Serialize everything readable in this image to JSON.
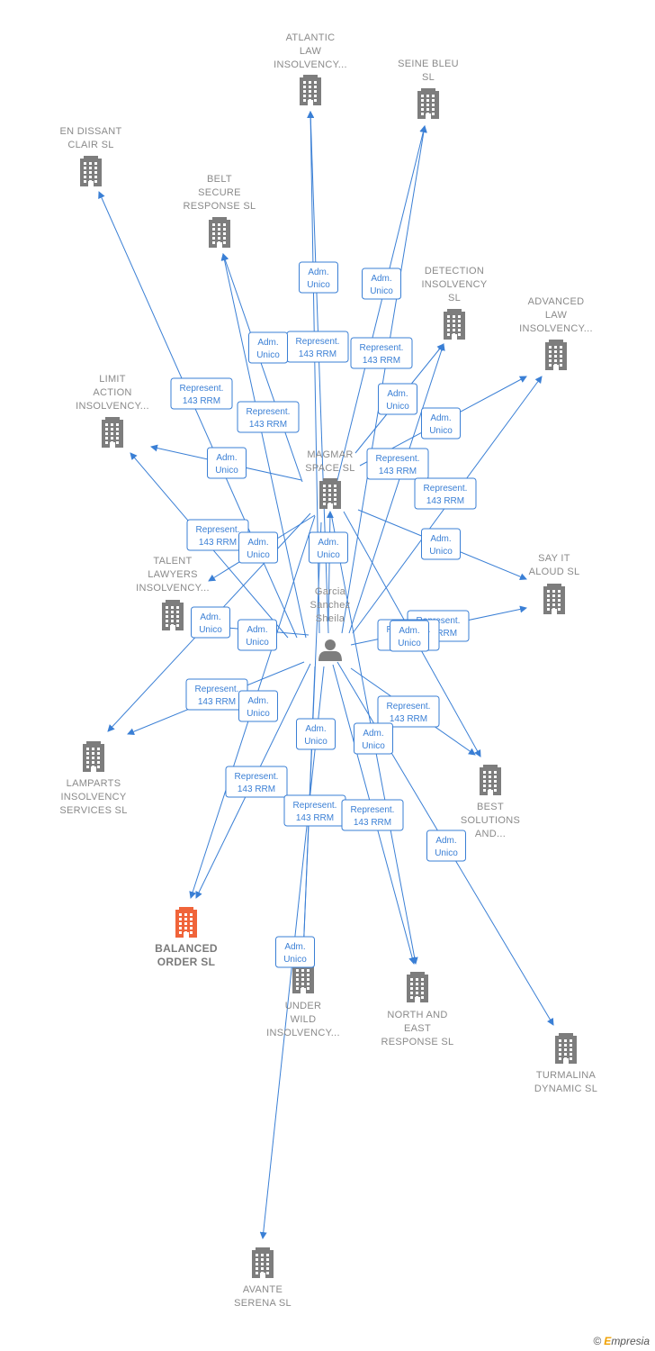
{
  "colors": {
    "edge": "#3a7fd5",
    "building": "#7d7d7d",
    "highlight": "#f0643a",
    "person": "#7d7d7d"
  },
  "center": {
    "name_lines": [
      "Garcia",
      "Sanchez",
      "Sheila"
    ],
    "icon": "person-icon"
  },
  "companies": [
    {
      "id": "atlantic",
      "lines": [
        "ATLANTIC",
        "LAW",
        "INSOLVENCY..."
      ]
    },
    {
      "id": "seine",
      "lines": [
        "SEINE BLEU",
        "SL"
      ]
    },
    {
      "id": "endissant",
      "lines": [
        "EN DISSANT",
        "CLAIR  SL"
      ]
    },
    {
      "id": "belt",
      "lines": [
        "BELT",
        "SECURE",
        "RESPONSE  SL"
      ]
    },
    {
      "id": "detection",
      "lines": [
        "DETECTION",
        "INSOLVENCY",
        "SL"
      ]
    },
    {
      "id": "advanced",
      "lines": [
        "ADVANCED",
        "LAW",
        "INSOLVENCY..."
      ]
    },
    {
      "id": "limit",
      "lines": [
        "LIMIT",
        "ACTION",
        "INSOLVENCY..."
      ]
    },
    {
      "id": "magmar",
      "lines": [
        "MAGMAR",
        "SPACE  SL"
      ]
    },
    {
      "id": "sayit",
      "lines": [
        "SAY IT",
        "ALOUD  SL"
      ]
    },
    {
      "id": "talent",
      "lines": [
        "TALENT",
        "LAWYERS",
        "INSOLVENCY..."
      ]
    },
    {
      "id": "lamparts",
      "lines": [
        "LAMPARTS",
        "INSOLVENCY",
        "SERVICES  SL"
      ]
    },
    {
      "id": "best",
      "lines": [
        "BEST",
        "SOLUTIONS",
        "AND..."
      ]
    },
    {
      "id": "balanced",
      "lines": [
        "BALANCED",
        "ORDER  SL"
      ],
      "highlight": true
    },
    {
      "id": "underwild",
      "lines": [
        "UNDER",
        "WILD",
        "INSOLVENCY..."
      ]
    },
    {
      "id": "northeast",
      "lines": [
        "NORTH AND",
        "EAST",
        "RESPONSE  SL"
      ]
    },
    {
      "id": "turmalina",
      "lines": [
        "TURMALINA",
        "DYNAMIC  SL"
      ]
    },
    {
      "id": "avante",
      "lines": [
        "AVANTE",
        "SERENA  SL"
      ]
    }
  ],
  "edge_labels": [
    [
      "Adm.",
      "Unico"
    ],
    [
      "Adm.",
      "Unico"
    ],
    [
      "Represent.",
      "143 RRM"
    ],
    [
      "Adm.",
      "Unico"
    ],
    [
      "Represent.",
      "143 RRM"
    ],
    [
      "Represent.",
      "143 RRM"
    ],
    [
      "Adm.",
      "Unico"
    ],
    [
      "Represent.",
      "143 RRM"
    ],
    [
      "Adm.",
      "Unico"
    ],
    [
      "Adm.",
      "Unico"
    ],
    [
      "Represent.",
      "143 RRM"
    ],
    [
      "Represent.",
      "143 RRM"
    ],
    [
      "Represent.",
      "143 RRM"
    ],
    [
      "Adm.",
      "Unico"
    ],
    [
      "Adm.",
      "Unico"
    ],
    [
      "Adm.",
      "Unico"
    ],
    [
      "Adm.",
      "Unico"
    ],
    [
      "Represent.",
      "143 RRM"
    ],
    [
      "Adm.",
      "Unico"
    ],
    [
      "Represent.",
      "143 RRM"
    ],
    [
      "Represent.",
      "143 RRM"
    ],
    [
      "Adm.",
      "Unico"
    ],
    [
      "Represent.",
      "143 RRM"
    ],
    [
      "Adm.",
      "Unico"
    ],
    [
      "Adm.",
      "Unico"
    ],
    [
      "Represent.",
      "143 RRM"
    ],
    [
      "Adm.",
      "Unico"
    ],
    [
      "Represent.",
      "143 RRM"
    ],
    [
      "Represent.",
      "143 RRM"
    ],
    [
      "Adm.",
      "Unico"
    ],
    [
      "Adm.",
      "Unico"
    ]
  ],
  "footer": {
    "copyright": "©",
    "brand_initial": "E",
    "brand_rest": "mpresia"
  }
}
